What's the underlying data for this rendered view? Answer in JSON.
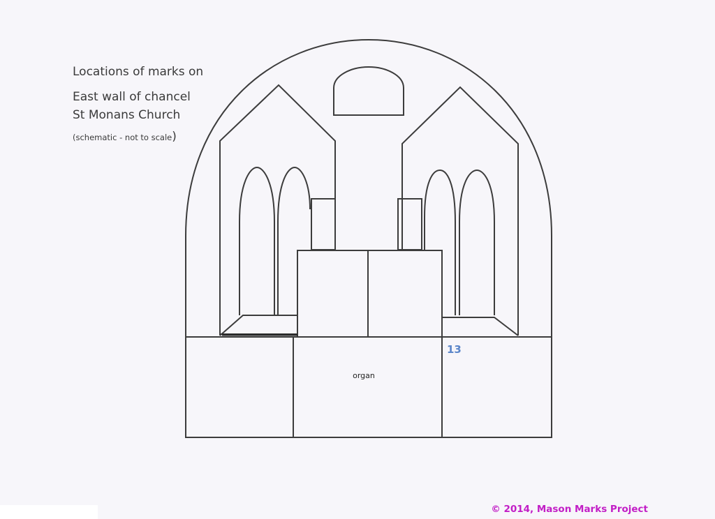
{
  "title": {
    "line1": "Locations of marks on",
    "line2": "East wall of chancel",
    "line3": "St Monans Church",
    "line4_open": "(schematic - not to scale",
    "line4_close": ")"
  },
  "labels": {
    "organ": "organ",
    "mark_13": "13"
  },
  "footer": {
    "copyright": "© 2014, Mason Marks Project"
  },
  "colors": {
    "background": "#f7f6fa",
    "line": "#3c3c3c",
    "mark_number": "#5b86c9",
    "copyright": "#c21ec6"
  }
}
